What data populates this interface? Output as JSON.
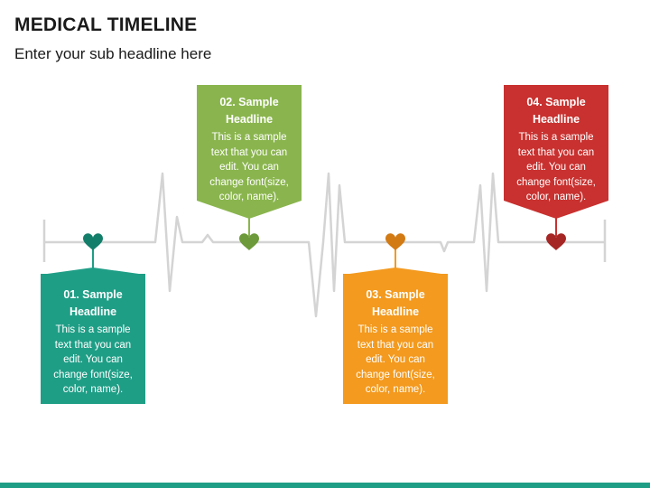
{
  "header": {
    "title": "MEDICAL TIMELINE",
    "subtitle": "Enter your sub headline here"
  },
  "colors": {
    "teal": "#1f9e86",
    "green": "#8ab54e",
    "orange": "#f39a1f",
    "red": "#c8312f",
    "ecg_line": "#d4d4d4",
    "heart_teal": "#137f6b",
    "heart_green": "#6d9a3a",
    "heart_orange": "#d27a14",
    "heart_red": "#a52624"
  },
  "milestones": [
    {
      "headline": "01. Sample Headline",
      "text": "This is a sample text that you can edit. You can change font(size, color, name).",
      "color": "#1f9e86"
    },
    {
      "headline": "02. Sample Headline",
      "text": "This is a sample text that you can edit. You can change font(size, color, name).",
      "color": "#8ab54e"
    },
    {
      "headline": "03. Sample Headline",
      "text": "This is a sample text that you can edit. You can change font(size, color, name).",
      "color": "#f39a1f"
    },
    {
      "headline": "04. Sample Headline",
      "text": "This is a sample text that you can edit. You can change font(size, color, name).",
      "color": "#c8312f"
    }
  ],
  "icons": [
    "heart-icon"
  ]
}
